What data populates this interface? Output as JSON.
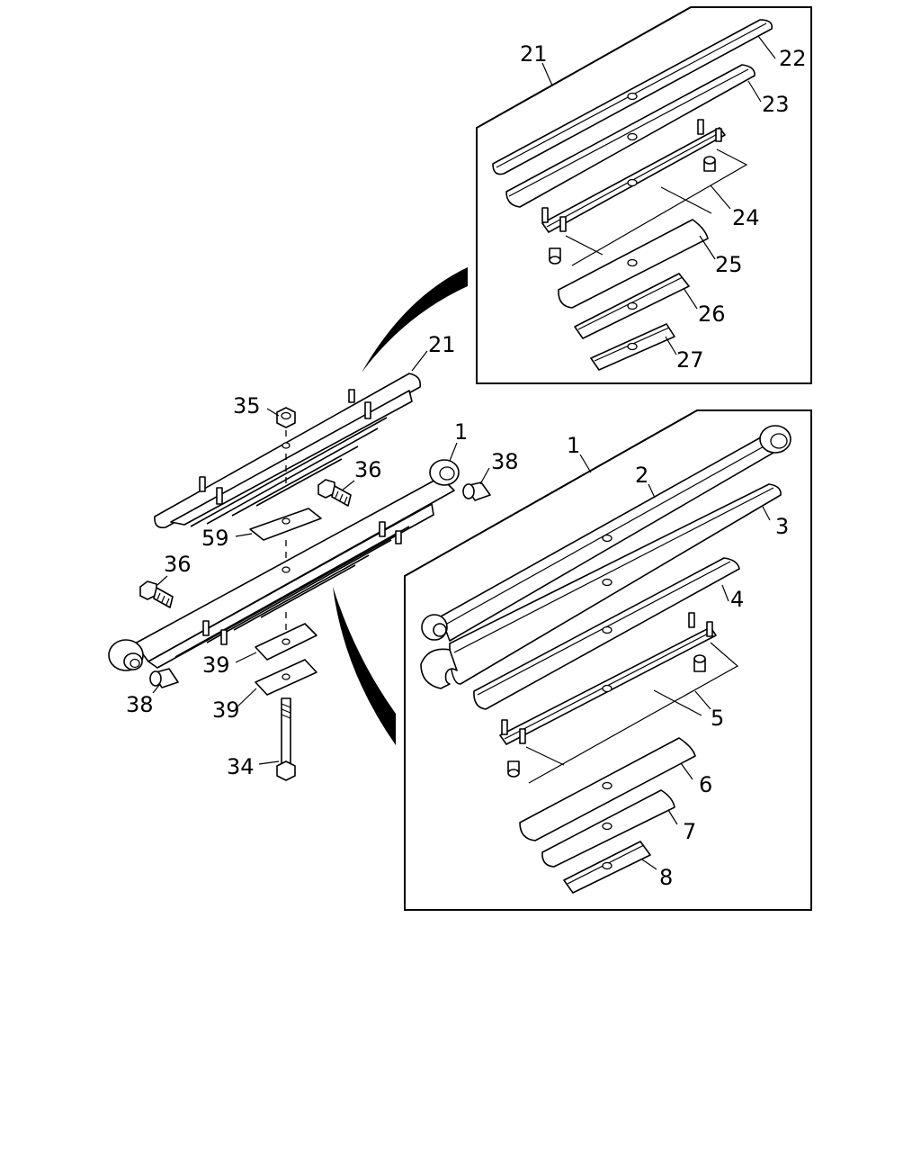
{
  "diagram": {
    "callouts": {
      "c21_main": "21",
      "c35": "35",
      "c1_main": "1",
      "c38_top": "38",
      "c36_top": "36",
      "c59": "59",
      "c36_bottom": "36",
      "c39_top": "39",
      "c39_bottom": "39",
      "c38_bottom": "38",
      "c34": "34",
      "inset_top": {
        "c21": "21",
        "c22": "22",
        "c23": "23",
        "c24": "24",
        "c25": "25",
        "c26": "26",
        "c27": "27"
      },
      "inset_bottom": {
        "c1": "1",
        "c2": "2",
        "c3": "3",
        "c4": "4",
        "c5": "5",
        "c6": "6",
        "c7": "7",
        "c8": "8"
      }
    }
  }
}
